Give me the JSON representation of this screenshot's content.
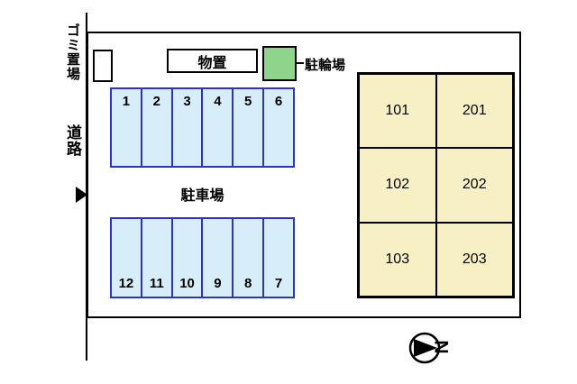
{
  "site_plan": {
    "garbage_area_label": "ゴミ置場",
    "road_label": "道路",
    "storage_label": "物置",
    "bicycle_parking_label": "駐輪場",
    "parking_lot_label": "駐車場",
    "north_indicator": "N"
  },
  "parking": {
    "top_row": [
      "1",
      "2",
      "3",
      "4",
      "5",
      "6"
    ],
    "bottom_row": [
      "12",
      "11",
      "10",
      "9",
      "8",
      "7"
    ]
  },
  "building": {
    "units": [
      [
        "101",
        "201"
      ],
      [
        "102",
        "202"
      ],
      [
        "103",
        "203"
      ]
    ]
  },
  "colors": {
    "parking_fill": "#d7edfa",
    "parking_border": "#2b35c0",
    "building_fill": "#f6f0c4",
    "bicycle_fill": "#8ed48a",
    "outline": "#000000"
  }
}
